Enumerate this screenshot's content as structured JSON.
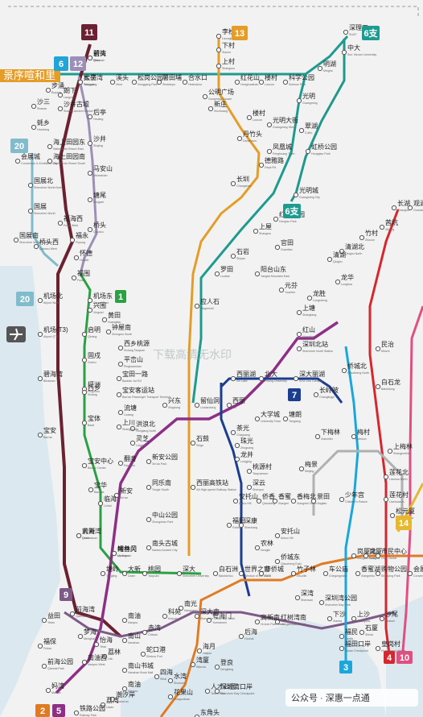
{
  "watermark": "下载高清无水印",
  "footer": "公众号 · 深惠一点通",
  "colors": {
    "L1": "#2aa143",
    "L2": "#e07b22",
    "L3": "#19a7dc",
    "L4": "#d7262d",
    "L5": "#8e2f86",
    "L6": "#1e9b8f",
    "L7": "#1b3d8f",
    "L9": "#7d5a87",
    "L10": "#e14f81",
    "L11": "#6b2131",
    "L12": "#9c8fb6",
    "L13": "#e49d27",
    "L14": "#e6b72f",
    "L20": "#80bccb",
    "L6b": "#21988c",
    "sea": "#d9e8f0",
    "land": "#ebebeb"
  },
  "banner": "景序喧和里",
  "badges": [
    {
      "id": "b11",
      "text": "11",
      "color": "#6b2131"
    },
    {
      "id": "b13",
      "text": "13",
      "color": "#e49d27"
    },
    {
      "id": "b6top",
      "text": "6支",
      "color": "#1e9b8f"
    },
    {
      "id": "b6",
      "text": "6",
      "color": "#21a4d8"
    },
    {
      "id": "b12",
      "text": "12",
      "color": "#9c8fb6"
    },
    {
      "id": "b20top",
      "text": "20",
      "color": "#80bccb"
    },
    {
      "id": "b6mid",
      "text": "6支",
      "color": "#1e9b8f"
    },
    {
      "id": "b1",
      "text": "1",
      "color": "#2aa143"
    },
    {
      "id": "b20",
      "text": "20",
      "color": "#80bccb"
    },
    {
      "id": "b7",
      "text": "7",
      "color": "#1b3d8f"
    },
    {
      "id": "b14",
      "text": "14",
      "color": "#e6b72f"
    },
    {
      "id": "b9",
      "text": "9",
      "color": "#7d5a87"
    },
    {
      "id": "b2",
      "text": "2",
      "color": "#e07b22"
    },
    {
      "id": "b5",
      "text": "5",
      "color": "#8e2f86"
    },
    {
      "id": "b3",
      "text": "3",
      "color": "#19a7dc"
    },
    {
      "id": "b4",
      "text": "4",
      "color": "#d7262d"
    },
    {
      "id": "b10",
      "text": "10",
      "color": "#e14f81"
    }
  ],
  "stations": [
    {
      "n": "碧头",
      "e": "Bitou"
    },
    {
      "n": "松岗",
      "e": "Songgang"
    },
    {
      "n": "溪头",
      "e": "Xitou"
    },
    {
      "n": "松岗公园",
      "e": "Songgang Park"
    },
    {
      "n": "薯田埔",
      "e": "Shutianpu"
    },
    {
      "n": "合水口",
      "e": "Heshuikou"
    },
    {
      "n": "公明广场",
      "e": "Gongming Square"
    },
    {
      "n": "红花山",
      "e": "Honghuashan"
    },
    {
      "n": "楼村",
      "e": "Loucun"
    },
    {
      "n": "科学公园",
      "e": "Science Park"
    },
    {
      "n": "光明",
      "e": "Guangming"
    },
    {
      "n": "李松蓢",
      "e": "Lisonglang"
    },
    {
      "n": "下村",
      "e": "Xiacun"
    },
    {
      "n": "上村",
      "e": "Shangcun"
    },
    {
      "n": "深理工",
      "e": "SUAT"
    },
    {
      "n": "中大",
      "e": "Sun Yat-sen University"
    },
    {
      "n": "明湖",
      "e": "Minghu"
    },
    {
      "n": "步涌",
      "e": "Buyong"
    },
    {
      "n": "朗下",
      "e": "Langxia"
    },
    {
      "n": "沙井古墟",
      "e": "Shajing Ancient Market"
    },
    {
      "n": "后亭",
      "e": "Houting"
    },
    {
      "n": "新庄",
      "e": "Xinzhuang"
    },
    {
      "n": "光明大街",
      "e": "Guangming Street"
    },
    {
      "n": "沙三",
      "e": "Shasan"
    },
    {
      "n": "沙井",
      "e": "Shajing"
    },
    {
      "n": "楼村",
      "e": "Loucun"
    },
    {
      "n": "翠湖",
      "e": "Cuihu"
    },
    {
      "n": "蚝乡",
      "e": "Haoxiang"
    },
    {
      "n": "海上田园东",
      "e": "Waterlands Resort East"
    },
    {
      "n": "海上田园南",
      "e": "Waterlands Resort South"
    },
    {
      "n": "丹竹头",
      "e": "Danzhutou"
    },
    {
      "n": "凤凰城",
      "e": "Fenghuang Town"
    },
    {
      "n": "虹桥公园",
      "e": "Hongqiao Park"
    },
    {
      "n": "会展城",
      "e": "Convention & Exhibition City"
    },
    {
      "n": "马安山",
      "e": "Ma'anshan"
    },
    {
      "n": "德雅路",
      "e": "Deya Rd"
    },
    {
      "n": "长圳",
      "e": "Changzhen"
    },
    {
      "n": "国展北",
      "e": "Shenzhen World North"
    },
    {
      "n": "塘尾",
      "e": "Tangwei"
    },
    {
      "n": "光明城",
      "e": "Guangming City"
    },
    {
      "n": "国展",
      "e": "Shenzhen World"
    },
    {
      "n": "福海西",
      "e": "Fuhai West"
    },
    {
      "n": "红坳公园",
      "e": "Hong'ao Park"
    },
    {
      "n": "桥头",
      "e": "Qiaotou"
    },
    {
      "n": "上屋",
      "e": "Shangwu"
    },
    {
      "n": "国展南",
      "e": "Shenzhen World South"
    },
    {
      "n": "桥头西",
      "e": "Qiaotou West"
    },
    {
      "n": "福永",
      "e": "Fuyong"
    },
    {
      "n": "石岩",
      "e": "Shiyan"
    },
    {
      "n": "官田",
      "e": "Guantian"
    },
    {
      "n": "怀德",
      "e": "Huaide"
    },
    {
      "n": "阳台山东",
      "e": "Yangtai Mountain East"
    },
    {
      "n": "罗田",
      "e": "Luotian"
    },
    {
      "n": "福围",
      "e": "Fuwei"
    },
    {
      "n": "元芬",
      "e": "Yuanfen"
    },
    {
      "n": "机场北",
      "e": "Airport North"
    },
    {
      "n": "机场东",
      "e": "Airport East"
    },
    {
      "n": "应人石",
      "e": "Yingrenshi"
    },
    {
      "n": "兴围",
      "e": "Xingwei"
    },
    {
      "n": "黄田",
      "e": "Huangtian"
    },
    {
      "n": "机场(T3)",
      "e": "Airport (T3)"
    },
    {
      "n": "启明",
      "e": "Qiming"
    },
    {
      "n": "钟屋南",
      "e": "Zhongwu South"
    },
    {
      "n": "西乡桃源",
      "e": "Xixiang Taoyuan"
    },
    {
      "n": "碧海湾",
      "e": "Bihaiwan"
    },
    {
      "n": "固戍",
      "e": "Gushu"
    },
    {
      "n": "平峦山",
      "e": "Pingluanshan"
    },
    {
      "n": "白石龙",
      "e": "Baishilong"
    },
    {
      "n": "坪洲",
      "e": "Pingzhou"
    },
    {
      "n": "西乡",
      "e": "Xixiang"
    },
    {
      "n": "宝田一路",
      "e": "Baotian 1st Rd"
    },
    {
      "n": "宝安客运站",
      "e": "Bao'an Passenger Transport Terminal"
    },
    {
      "n": "流塘",
      "e": "Liutang"
    },
    {
      "n": "西丽湖",
      "e": "Xili Lake"
    },
    {
      "n": "北大",
      "e": "Peking University"
    },
    {
      "n": "深大丽湖",
      "e": "SZU Lihu Campus"
    },
    {
      "n": "长岭陂",
      "e": "Changlingpi"
    },
    {
      "n": "民治",
      "e": "Minzhi"
    },
    {
      "n": "宝体",
      "e": "Baoti"
    },
    {
      "n": "上川",
      "e": "Shangchuan"
    },
    {
      "n": "兴东",
      "e": "Xingdong"
    },
    {
      "n": "留仙洞",
      "e": "Liuxiandong"
    },
    {
      "n": "西丽",
      "e": "Xili"
    },
    {
      "n": "洪浪北",
      "e": "Honglang North"
    },
    {
      "n": "大学城",
      "e": "University Town"
    },
    {
      "n": "塘朗",
      "e": "Tanglang"
    },
    {
      "n": "茶光",
      "e": "Chaguang"
    },
    {
      "n": "下梅林",
      "e": "Xiameilin"
    },
    {
      "n": "梅村",
      "e": "Meicun"
    },
    {
      "n": "上梅林",
      "e": "Shangmeilin"
    },
    {
      "n": "宝安",
      "e": "Bao'an"
    },
    {
      "n": "灵芝",
      "e": "Lingzhi"
    },
    {
      "n": "石鼓",
      "e": "Shigu"
    },
    {
      "n": "珠光",
      "e": "Zhuguang"
    },
    {
      "n": "翻身",
      "e": "Fanshen"
    },
    {
      "n": "新安公园",
      "e": "Xin'an Park"
    },
    {
      "n": "龙井",
      "e": "Longjing"
    },
    {
      "n": "宝安中心",
      "e": "Bao'an Center"
    },
    {
      "n": "宝华",
      "e": "Baohua"
    },
    {
      "n": "新安",
      "e": "Xin'an"
    },
    {
      "n": "同乐南",
      "e": "Tongle South"
    },
    {
      "n": "西丽高铁站",
      "e": "Xili High-speed Railway Station"
    },
    {
      "n": "桃源村",
      "e": "Taoyuancun"
    },
    {
      "n": "梅景",
      "e": "Meijing"
    },
    {
      "n": "莲花北",
      "e": "Lianhua North"
    },
    {
      "n": "临海",
      "e": "Linhai"
    },
    {
      "n": "深云",
      "e": "Shenyun"
    },
    {
      "n": "少年宫",
      "e": "Children's Palace"
    },
    {
      "n": "莲花村",
      "e": "Lianhuacun"
    },
    {
      "n": "安托山",
      "e": "Antuo Hill"
    },
    {
      "n": "侨香",
      "e": "Qiaoxiang"
    },
    {
      "n": "香蜜",
      "e": "Xiangmi"
    },
    {
      "n": "香梅北",
      "e": "Xiangmei North"
    },
    {
      "n": "景田",
      "e": "Jingtian"
    },
    {
      "n": "前海湾",
      "e": "Qianhaiwan"
    },
    {
      "n": "中山公园",
      "e": "Zhongshan Park"
    },
    {
      "n": "鲤鱼门",
      "e": "Liyumen"
    },
    {
      "n": "南头古城",
      "e": "Nantou Ancient City"
    },
    {
      "n": "大新",
      "e": "Daxin"
    },
    {
      "n": "塘岭",
      "e": "Tangling"
    },
    {
      "n": "桃园",
      "e": "Taoyuan"
    },
    {
      "n": "深大",
      "e": "Shenzhen University"
    },
    {
      "n": "白石洲",
      "e": "Baishizhou"
    },
    {
      "n": "世界之窗",
      "e": "Window of the World"
    },
    {
      "n": "华侨城",
      "e": "OCT"
    },
    {
      "n": "侨城东",
      "e": "Qiaocheng East"
    },
    {
      "n": "竹子林",
      "e": "Zhuzilin"
    },
    {
      "n": "车公庙",
      "e": "Chegongmiao"
    },
    {
      "n": "香蜜湖",
      "e": "Xiangmihu"
    },
    {
      "n": "购物公园",
      "e": "Shopping Park"
    },
    {
      "n": "会展中心",
      "e": "Convention & Exhibition Center"
    },
    {
      "n": "岗厦",
      "e": "Gangxia"
    },
    {
      "n": "市民中心",
      "e": "Civic Center"
    },
    {
      "n": "岗厦北",
      "e": "Gangxia North"
    },
    {
      "n": "福田",
      "e": "Futian"
    },
    {
      "n": "深康",
      "e": "Shenkang"
    },
    {
      "n": "安托山",
      "e": "Antuo Hill"
    },
    {
      "n": "农林",
      "e": "Nonglin"
    },
    {
      "n": "侨城北",
      "e": "Qiaocheng North"
    },
    {
      "n": "深圳北站",
      "e": "Shenzhen North Station"
    },
    {
      "n": "红山",
      "e": "Hongshan"
    },
    {
      "n": "上塘",
      "e": "Shangtang"
    },
    {
      "n": "龙胜",
      "e": "Longsheng"
    },
    {
      "n": "龙华",
      "e": "Longhua"
    },
    {
      "n": "清湖",
      "e": "Qinghu"
    },
    {
      "n": "清湖北",
      "e": "Qinghu North"
    },
    {
      "n": "竹村",
      "e": "Zhucun"
    },
    {
      "n": "茜坑",
      "e": "Xikeng"
    },
    {
      "n": "长湖",
      "e": "Changhu"
    },
    {
      "n": "观澜",
      "e": "Guanlan"
    },
    {
      "n": "松元厦",
      "e": "Songyuansha"
    },
    {
      "n": "梅林关",
      "e": "Meilinguan"
    },
    {
      "n": "大新",
      "e": "Daxin"
    },
    {
      "n": "前海湾",
      "e": "Qianhaiwan"
    },
    {
      "n": "梦海",
      "e": "Menghai"
    },
    {
      "n": "怡海",
      "e": "Yihai"
    },
    {
      "n": "荔林",
      "e": "Lilin"
    },
    {
      "n": "南油西",
      "e": "Nanyou West"
    },
    {
      "n": "南油",
      "e": "Nanyou"
    },
    {
      "n": "南山",
      "e": "Nanshan"
    },
    {
      "n": "南光",
      "e": "Nanguang"
    },
    {
      "n": "科苑",
      "e": "Keyuan"
    },
    {
      "n": "深大南",
      "e": "Shenzhen University South"
    },
    {
      "n": "粤海门",
      "e": "Yuehaimen"
    },
    {
      "n": "后海",
      "e": "Houhai"
    },
    {
      "n": "高新南",
      "e": "Hi-tech Park South"
    },
    {
      "n": "红树湾南",
      "e": "Hongshuwan South"
    },
    {
      "n": "深湾",
      "e": "Shenwan"
    },
    {
      "n": "深圳湾公园",
      "e": "Shenzhen Bay Park"
    },
    {
      "n": "下沙",
      "e": "Xiasha"
    },
    {
      "n": "上沙",
      "e": "Shangsha"
    },
    {
      "n": "沙尾",
      "e": "Shawei"
    },
    {
      "n": "石厦",
      "e": "Shixia"
    },
    {
      "n": "皇岗村",
      "e": "Huanggang Village"
    },
    {
      "n": "福民",
      "e": "Fumin"
    },
    {
      "n": "福田口岸",
      "e": "Futian Checkpoint"
    },
    {
      "n": "益田",
      "e": "Yitian"
    },
    {
      "n": "福保",
      "e": "Fubao"
    },
    {
      "n": "前海公园",
      "e": "Qianhai Park"
    },
    {
      "n": "妈湾",
      "e": "Mawan"
    },
    {
      "n": "铁路公园",
      "e": "Railway Park"
    },
    {
      "n": "荔湾",
      "e": "Liwan"
    },
    {
      "n": "赤湾",
      "e": "Chiwan"
    },
    {
      "n": "蛇口港",
      "e": "Shekou Port"
    },
    {
      "n": "南山书城",
      "e": "Nanshan Book Mall"
    },
    {
      "n": "南油",
      "e": "Nanyou"
    },
    {
      "n": "四海",
      "e": "Sihai"
    },
    {
      "n": "花果山",
      "e": "Huaguoshan"
    },
    {
      "n": "水湾",
      "e": "Shuiwan"
    },
    {
      "n": "湾厦",
      "e": "Wanxia"
    },
    {
      "n": "海月",
      "e": "Haiyue"
    },
    {
      "n": "登良",
      "e": "Dengliang"
    },
    {
      "n": "人才公园",
      "e": "Talent Park"
    },
    {
      "n": "深圳湾口岸",
      "e": "Shenzhen Bay Checkpoint"
    },
    {
      "n": "东角头",
      "e": "Dongjiaotou"
    },
    {
      "n": "潮汐岸",
      "e": "Chaoxi'an"
    },
    {
      "n": "前湾",
      "e": "Qianwan"
    },
    {
      "n": "太子湾",
      "e": "Taiziwan"
    }
  ]
}
